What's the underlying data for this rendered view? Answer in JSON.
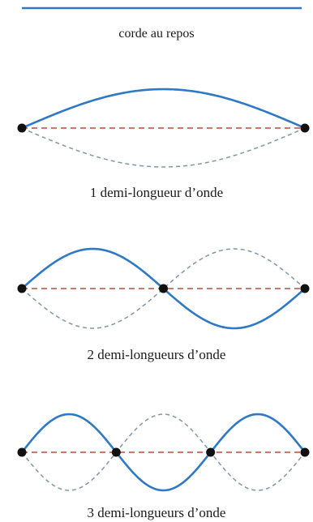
{
  "labels": {
    "rest": "corde au repos",
    "mode1": "1 demi-longueur d’onde",
    "mode2": "2 demi-longueurs d’onde",
    "mode3": "3 demi-longueurs d’onde"
  },
  "colors": {
    "string": "#2f79c4",
    "dashed_string": "#7f96a6",
    "axis": "#b84a3c",
    "node": "#111111"
  },
  "modes": [
    {
      "half_wavelengths": 1
    },
    {
      "half_wavelengths": 2
    },
    {
      "half_wavelengths": 3
    }
  ]
}
